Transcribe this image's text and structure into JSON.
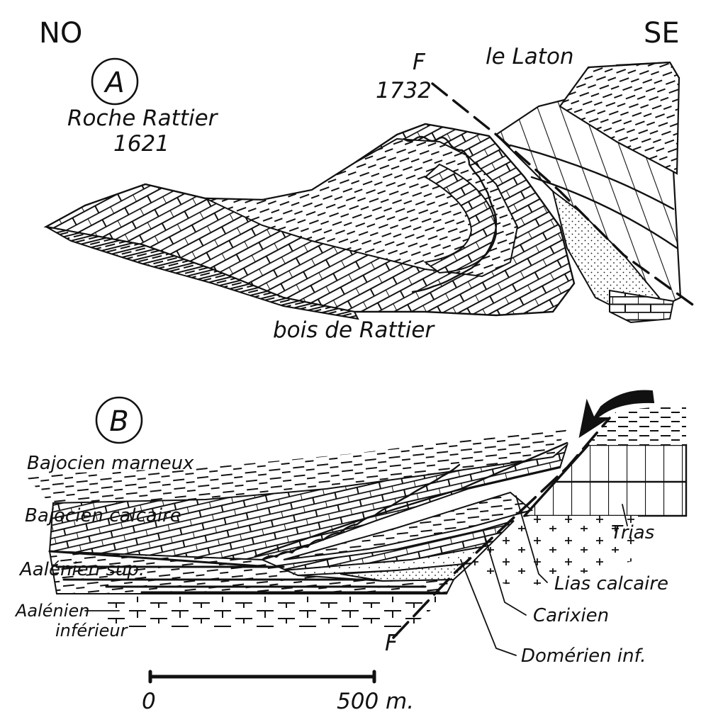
{
  "orientation": {
    "left": "NO",
    "right": "SE"
  },
  "section_a": {
    "marker": "A",
    "peak_left_name": "Roche Rattier",
    "peak_left_alt": "1621",
    "peak_right_name": "le Laton",
    "fault_label": "F",
    "fault_alt": "1732",
    "valley_label": "bois de Rattier"
  },
  "section_b": {
    "marker": "B",
    "fault_label": "F",
    "layers_left": [
      "Bajocien marneux",
      "Bajocien calcaire",
      "Aalénien sup.",
      "Aalénien",
      "inférieur"
    ],
    "layers_right": [
      "Trias",
      "Lias calcaire",
      "Carixien",
      "Domérien inf."
    ]
  },
  "scale": {
    "start": "0",
    "end": "500 m."
  },
  "colors": {
    "ink": "#111111",
    "paper": "#ffffff"
  }
}
